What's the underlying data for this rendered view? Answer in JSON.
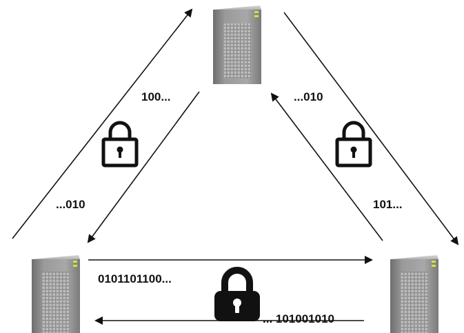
{
  "nodes": [
    {
      "id": "top",
      "icon": "server-icon"
    },
    {
      "id": "bottom-left",
      "icon": "server-icon"
    },
    {
      "id": "bottom-right",
      "icon": "server-icon"
    }
  ],
  "bit_labels": {
    "left_in": "100...",
    "left_out": "...010",
    "right_in": "...010",
    "right_out": "101...",
    "bottom_forward": "0101101100...",
    "bottom_back": "... 101001010"
  },
  "icons": {
    "server": "server-icon",
    "lock": "padlock-icon",
    "arrow": "arrow-icon"
  },
  "colors": {
    "line": "#111111",
    "server_body": "#8a8a8a",
    "server_led": "#d6e23a",
    "lock": "#111111"
  }
}
